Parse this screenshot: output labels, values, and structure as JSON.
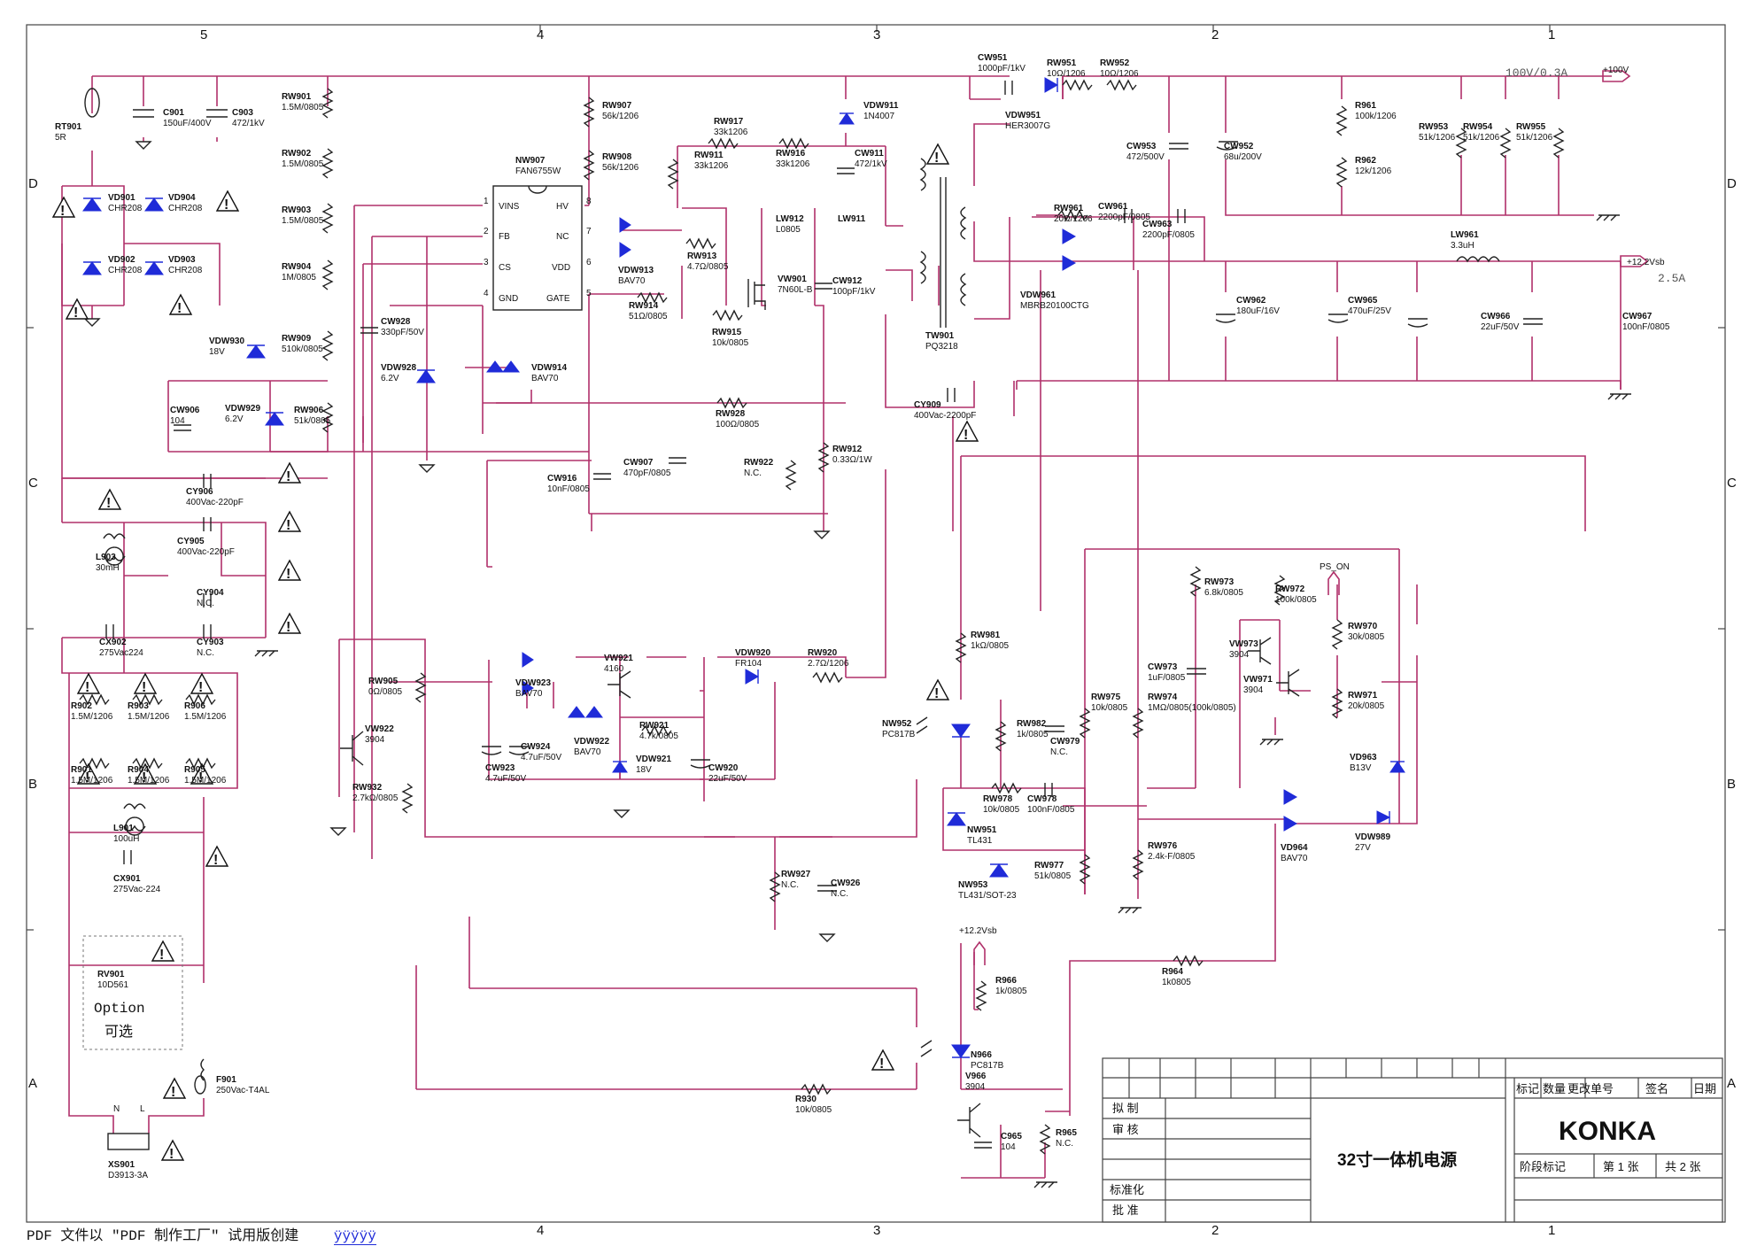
{
  "zones_top": [
    "5",
    "4",
    "3",
    "2",
    "1"
  ],
  "zones_bottom": [
    "4",
    "3",
    "2",
    "1"
  ],
  "zones_side": [
    "D",
    "C",
    "B",
    "A"
  ],
  "components": [
    {
      "ref": "RT901",
      "value": "5R"
    },
    {
      "ref": "C901",
      "value": "150uF/400V"
    },
    {
      "ref": "C903",
      "value": "472/1kV"
    },
    {
      "ref": "RW901",
      "value": "1.5M/0805"
    },
    {
      "ref": "RW902",
      "value": "1.5M/0805"
    },
    {
      "ref": "RW903",
      "value": "1.5M/0805"
    },
    {
      "ref": "RW904",
      "value": "1M/0805"
    },
    {
      "ref": "RW909",
      "value": "510k/0805"
    },
    {
      "ref": "RW906",
      "value": "51k/0805"
    },
    {
      "ref": "VD901",
      "value": "CHR208"
    },
    {
      "ref": "VD904",
      "value": "CHR208"
    },
    {
      "ref": "VD902",
      "value": "CHR208"
    },
    {
      "ref": "VD903",
      "value": "CHR208"
    },
    {
      "ref": "VDW930",
      "value": "18V"
    },
    {
      "ref": "VDW929",
      "value": "6.2V"
    },
    {
      "ref": "CW906",
      "value": "104"
    },
    {
      "ref": "NW907",
      "value": "FAN6755W"
    },
    {
      "ref": "RW907",
      "value": "56k/1206"
    },
    {
      "ref": "RW908",
      "value": "56k/1206"
    },
    {
      "ref": "CW928",
      "value": "330pF/50V"
    },
    {
      "ref": "VDW928",
      "value": "6.2V"
    },
    {
      "ref": "VDW914",
      "value": "BAV70"
    },
    {
      "ref": "VDW913",
      "value": "BAV70"
    },
    {
      "ref": "RW917",
      "value": "33k1206"
    },
    {
      "ref": "RW911",
      "value": "33k1206"
    },
    {
      "ref": "RW916",
      "value": "33k1206"
    },
    {
      "ref": "RW913",
      "value": "4.7Ω/0805"
    },
    {
      "ref": "RW914",
      "value": "51Ω/0805"
    },
    {
      "ref": "RW915",
      "value": "10k/0805"
    },
    {
      "ref": "VW901",
      "value": "7N60L-B"
    },
    {
      "ref": "LW912",
      "value": "L0805"
    },
    {
      "ref": "LW911",
      "value": ""
    },
    {
      "ref": "VDW911",
      "value": "1N4007"
    },
    {
      "ref": "CW911",
      "value": "472/1kV"
    },
    {
      "ref": "CW912",
      "value": "100pF/1kV"
    },
    {
      "ref": "RW928",
      "value": "100Ω/0805"
    },
    {
      "ref": "CW907",
      "value": "470pF/0805"
    },
    {
      "ref": "RW922",
      "value": "N.C."
    },
    {
      "ref": "RW912",
      "value": "0.33Ω/1W"
    },
    {
      "ref": "CW916",
      "value": "10nF/0805"
    },
    {
      "ref": "TW901",
      "value": "PQ3218"
    },
    {
      "ref": "CY909",
      "value": "400Vac-2200pF"
    },
    {
      "ref": "CW951",
      "value": "1000pF/1kV"
    },
    {
      "ref": "RW951",
      "value": "10Ω/1206"
    },
    {
      "ref": "RW952",
      "value": "10Ω/1206"
    },
    {
      "ref": "VDW951",
      "value": "HER3007G"
    },
    {
      "ref": "CW953",
      "value": "472/500V"
    },
    {
      "ref": "CW952",
      "value": "68u/200V"
    },
    {
      "ref": "R961",
      "value": "100k/1206"
    },
    {
      "ref": "R962",
      "value": "12k/1206"
    },
    {
      "ref": "RW953",
      "value": "51k/1206"
    },
    {
      "ref": "RW954",
      "value": "51k/1206"
    },
    {
      "ref": "RW955",
      "value": "51k/1206"
    },
    {
      "ref": "RW961",
      "value": "20Ω/1206"
    },
    {
      "ref": "CW961",
      "value": "2200pF/0805"
    },
    {
      "ref": "CW963",
      "value": "2200pF/0805"
    },
    {
      "ref": "VDW961",
      "value": "MBRB20100CTG"
    },
    {
      "ref": "LW961",
      "value": "3.3uH"
    },
    {
      "ref": "CW962",
      "value": "180uF/16V"
    },
    {
      "ref": "CW965",
      "value": "470uF/25V"
    },
    {
      "ref": "CW966",
      "value": "22uF/50V"
    },
    {
      "ref": "CW967",
      "value": "100nF/0805"
    },
    {
      "ref": "CY906",
      "value": "400Vac-220pF"
    },
    {
      "ref": "CY905",
      "value": "400Vac-220pF"
    },
    {
      "ref": "L903",
      "value": "30mH"
    },
    {
      "ref": "CY904",
      "value": "N.C."
    },
    {
      "ref": "CX902",
      "value": "275Vac224"
    },
    {
      "ref": "CY903",
      "value": "N.C."
    },
    {
      "ref": "R902",
      "value": "1.5M/1206"
    },
    {
      "ref": "R903",
      "value": "1.5M/1206"
    },
    {
      "ref": "R906",
      "value": "1.5M/1206"
    },
    {
      "ref": "R901",
      "value": "1.5M/1206"
    },
    {
      "ref": "R904",
      "value": "1.5M/1206"
    },
    {
      "ref": "R905",
      "value": "1.5M/1206"
    },
    {
      "ref": "L901",
      "value": "100uH"
    },
    {
      "ref": "CX901",
      "value": "275Vac-224"
    },
    {
      "ref": "RV901",
      "value": "10D561"
    },
    {
      "ref": "F901",
      "value": "250Vac-T4AL"
    },
    {
      "ref": "XS901",
      "value": "D3913-3A"
    },
    {
      "ref": "RW905",
      "value": "0Ω/0805"
    },
    {
      "ref": "VW922",
      "value": "3904"
    },
    {
      "ref": "RW932",
      "value": "2.7kΩ/0805"
    },
    {
      "ref": "VDW923",
      "value": "BAV70"
    },
    {
      "ref": "VW921",
      "value": "4160"
    },
    {
      "ref": "VDW922",
      "value": "BAV70"
    },
    {
      "ref": "CW924",
      "value": "4.7uF/50V"
    },
    {
      "ref": "CW923",
      "value": "4.7uF/50V"
    },
    {
      "ref": "RW921",
      "value": "4.7k/0805"
    },
    {
      "ref": "VDW921",
      "value": "18V"
    },
    {
      "ref": "CW920",
      "value": "22uF/50V"
    },
    {
      "ref": "VDW920",
      "value": "FR104"
    },
    {
      "ref": "RW920",
      "value": "2.7Ω/1206"
    },
    {
      "ref": "RW927",
      "value": "N.C."
    },
    {
      "ref": "CW926",
      "value": "N.C."
    },
    {
      "ref": "RW981",
      "value": "1kΩ/0805"
    },
    {
      "ref": "NW952",
      "value": "PC817B"
    },
    {
      "ref": "RW982",
      "value": "1k/0805"
    },
    {
      "ref": "CW979",
      "value": "N.C."
    },
    {
      "ref": "RW978",
      "value": "10k/0805"
    },
    {
      "ref": "CW978",
      "value": "100nF/0805"
    },
    {
      "ref": "NW951",
      "value": "TL431"
    },
    {
      "ref": "RW977",
      "value": "51k/0805"
    },
    {
      "ref": "NW953",
      "value": "TL431/SOT-23"
    },
    {
      "ref": "RW975",
      "value": "10k/0805"
    },
    {
      "ref": "RW974",
      "value": "1MΩ/0805(100k/0805)"
    },
    {
      "ref": "CW973",
      "value": "1uF/0805"
    },
    {
      "ref": "RW973",
      "value": "6.8k/0805"
    },
    {
      "ref": "VW973",
      "value": "3904"
    },
    {
      "ref": "RW972",
      "value": "100k/0805"
    },
    {
      "ref": "VW971",
      "value": "3904"
    },
    {
      "ref": "RW970",
      "value": "30k/0805"
    },
    {
      "ref": "RW971",
      "value": "20k/0805"
    },
    {
      "ref": "VD963",
      "value": "B13V"
    },
    {
      "ref": "VD964",
      "value": "BAV70"
    },
    {
      "ref": "VDW989",
      "value": "27V"
    },
    {
      "ref": "RW976",
      "value": "2.4k-F/0805"
    },
    {
      "ref": "R964",
      "value": "1k0805"
    },
    {
      "ref": "R966",
      "value": "1k/0805"
    },
    {
      "ref": "N966",
      "value": "PC817B"
    },
    {
      "ref": "V966",
      "value": "3904"
    },
    {
      "ref": "C965",
      "value": "104"
    },
    {
      "ref": "R965",
      "value": "N.C."
    },
    {
      "ref": "R930",
      "value": "10k/0805"
    }
  ],
  "ic": {
    "pins_left": [
      "VINS",
      "FB",
      "CS",
      "GND"
    ],
    "pins_right": [
      "HV",
      "NC",
      "VDD",
      "GATE"
    ],
    "pin_numbers_left": [
      "1",
      "2",
      "3",
      "4"
    ],
    "pin_numbers_right": [
      "8",
      "7",
      "6",
      "5"
    ]
  },
  "rails": {
    "v100": "100V/0.3A",
    "v100_flag": "+100V",
    "v12": "+12.2Vsb",
    "v12_current": "2.5A",
    "v12_tag": "+12.2Vsb",
    "ps_on": "PS_ON"
  },
  "option": {
    "line1": "Option",
    "line2": "可选"
  },
  "connector": {
    "n": "N",
    "l": "L"
  },
  "title_block": {
    "headers": [
      "标记",
      "数量",
      "更改单号",
      "签名",
      "日期"
    ],
    "rows": [
      "拟 制",
      "审 核",
      "标准化",
      "批 准"
    ],
    "title": "32寸一体机电源",
    "company": "KONKA",
    "stage": "阶段标记",
    "sheet_no": "第 1 张",
    "sheet_total": "共 2 张"
  },
  "footer": {
    "text": "PDF 文件以 \"PDF 制作工厂\" 试用版创建",
    "link": "ÿÿÿÿÿ"
  }
}
